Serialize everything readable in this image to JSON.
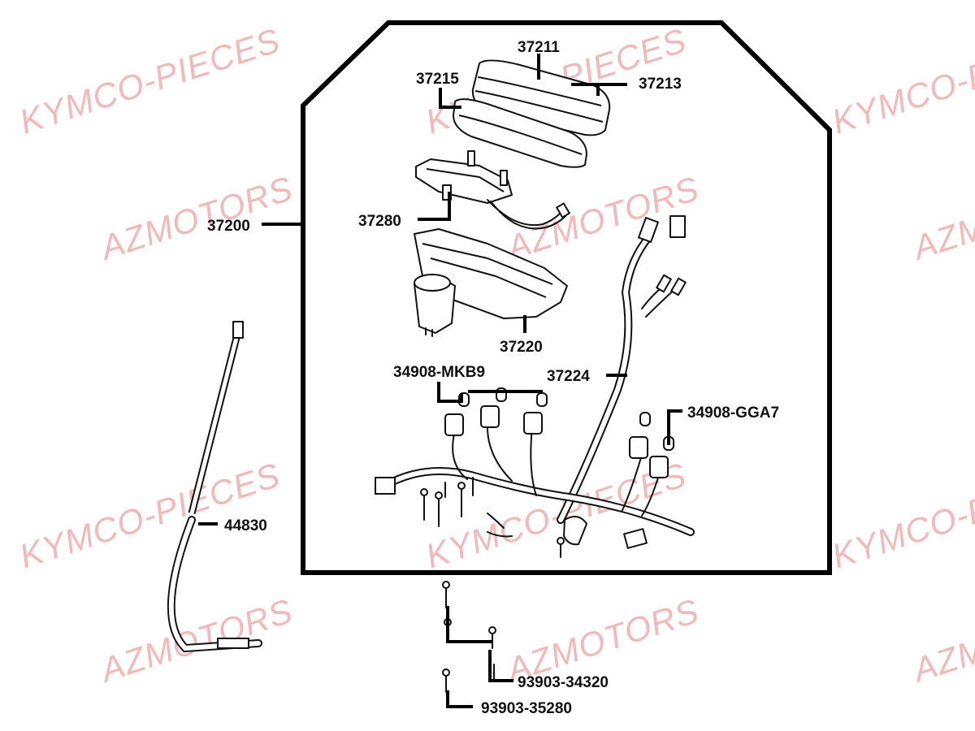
{
  "watermarks": {
    "kymco": "KYMCO-PIECES",
    "azmotors": "AZMOTORS"
  },
  "callouts": {
    "p37211": "37211",
    "p37215": "37215",
    "p37213": "37213",
    "p37200": "37200",
    "p37280": "37280",
    "p37220": "37220",
    "p34908_mkb9": "34908-MKB9",
    "p37224": "37224",
    "p34908_gga7": "34908-GGA7",
    "p44830": "44830",
    "p93903_34320": "93903-34320",
    "p93903_35280": "93903-35280"
  }
}
